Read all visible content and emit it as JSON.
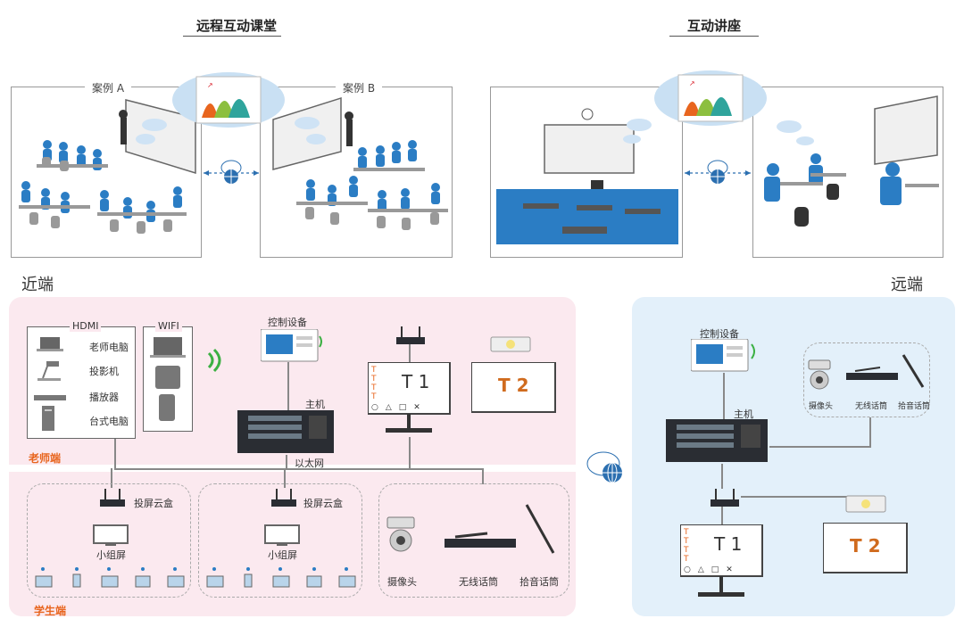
{
  "top": {
    "left_title": "远程互动课堂",
    "right_title": "互动讲座",
    "case_a": "案例 A",
    "case_b": "案例 B"
  },
  "side_labels": {
    "near": "近端",
    "far": "远端"
  },
  "near": {
    "hdmi": "HDMI",
    "wifi": "WIFI",
    "devices": [
      "老师电脑",
      "投影机",
      "播放器",
      "台式电脑"
    ],
    "control": "控制设备",
    "host": "主机",
    "teacher_zone": "老师端",
    "student_zone": "学生端",
    "ethernet": "以太网",
    "screen_box": "投屏云盒",
    "group_screen": "小组屏",
    "t1": "T 1",
    "t2": "T 2",
    "camera": "摄像头",
    "wireless_mic": "无线话筒",
    "pickup_mic": "拾音话筒",
    "panel_tabs": [
      "T",
      "T",
      "T",
      "T"
    ],
    "panel_icons": [
      "○",
      "△",
      "□",
      "✕"
    ]
  },
  "far": {
    "control": "控制设备",
    "host": "主机",
    "camera": "摄像头",
    "wireless_mic": "无线话筒",
    "pickup_mic": "拾音话筒",
    "t1": "T 1",
    "t2": "T 2"
  },
  "colors": {
    "pink": "#fbe9ef",
    "blue": "#e3f0fa",
    "accent": "#e8651e",
    "people": "#2b7dc4"
  }
}
